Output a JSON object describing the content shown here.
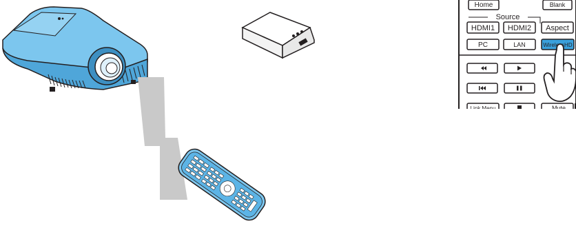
{
  "remote_panel": {
    "home": "Home",
    "blank": "Blank",
    "source": "Source",
    "hdmi1": "HDMI1",
    "hdmi2": "HDMI2",
    "aspect": "Aspect",
    "pc": "PC",
    "lan": "LAN",
    "wirelesshd": "WirelessHD",
    "link_menu": "Link Menu",
    "mute": "Mute"
  },
  "colors": {
    "projector": "#5cb4e6",
    "projector_dark": "#1f6fa0",
    "remote": "#5cb4e6",
    "highlight": "#3aa0dc",
    "signal": "#c9c9c9",
    "outline": "#231f20"
  },
  "icons": [
    "projector-icon",
    "transmitter-icon",
    "remote-control-icon",
    "signal-beam-icon",
    "pointing-hand-icon",
    "rewind-icon",
    "play-icon",
    "skip-back-icon",
    "pause-icon",
    "stop-icon"
  ]
}
